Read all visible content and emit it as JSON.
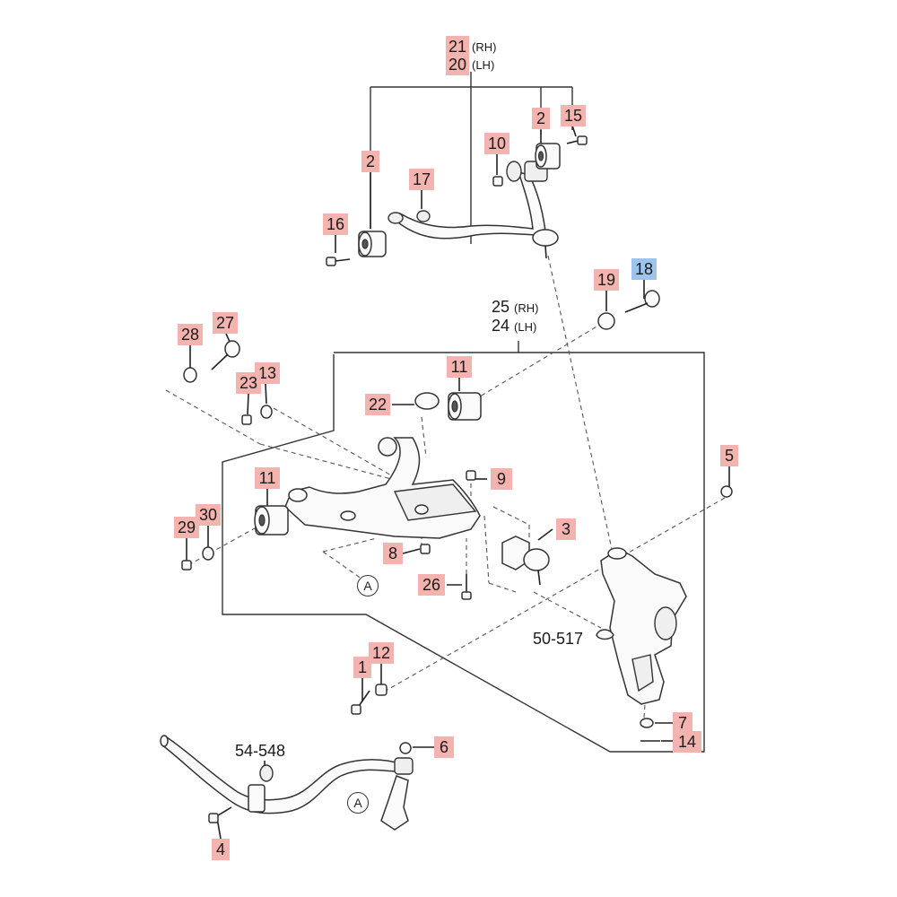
{
  "colors": {
    "highlight_red": "#f3b4b0",
    "highlight_blue": "#9cc4ec"
  },
  "callouts": [
    {
      "id": "c21",
      "text": "21",
      "suffix": "(RH)",
      "color": "red"
    },
    {
      "id": "c20",
      "text": "20",
      "suffix": "(LH)",
      "color": "red"
    },
    {
      "id": "c2a",
      "text": "2",
      "color": "red"
    },
    {
      "id": "c15",
      "text": "15",
      "color": "red"
    },
    {
      "id": "c10",
      "text": "10",
      "color": "red"
    },
    {
      "id": "c2b",
      "text": "2",
      "color": "red"
    },
    {
      "id": "c17",
      "text": "17",
      "color": "red"
    },
    {
      "id": "c16",
      "text": "16",
      "color": "red"
    },
    {
      "id": "c19",
      "text": "19",
      "color": "red"
    },
    {
      "id": "c18",
      "text": "18",
      "color": "blue"
    },
    {
      "id": "c25",
      "text": "25",
      "suffix": "(RH)",
      "color": "red"
    },
    {
      "id": "c24",
      "text": "24",
      "suffix": "(LH)",
      "color": "red"
    },
    {
      "id": "c28",
      "text": "28",
      "color": "red"
    },
    {
      "id": "c27",
      "text": "27",
      "color": "red"
    },
    {
      "id": "c13",
      "text": "13",
      "color": "red"
    },
    {
      "id": "c23",
      "text": "23",
      "color": "red"
    },
    {
      "id": "c11a",
      "text": "11",
      "color": "red"
    },
    {
      "id": "c22",
      "text": "22",
      "color": "red"
    },
    {
      "id": "c11b",
      "text": "11",
      "color": "red"
    },
    {
      "id": "c9",
      "text": "9",
      "color": "red"
    },
    {
      "id": "c5",
      "text": "5",
      "color": "red"
    },
    {
      "id": "c29",
      "text": "29",
      "color": "red"
    },
    {
      "id": "c30",
      "text": "30",
      "color": "red"
    },
    {
      "id": "c3",
      "text": "3",
      "color": "red"
    },
    {
      "id": "c8",
      "text": "8",
      "color": "red"
    },
    {
      "id": "c26",
      "text": "26",
      "color": "red"
    },
    {
      "id": "c1",
      "text": "1",
      "color": "red"
    },
    {
      "id": "c12",
      "text": "12",
      "color": "red"
    },
    {
      "id": "c7",
      "text": "7",
      "color": "red"
    },
    {
      "id": "c14",
      "text": "14",
      "color": "red"
    },
    {
      "id": "c6",
      "text": "6",
      "color": "red"
    },
    {
      "id": "c4",
      "text": "4",
      "color": "red"
    }
  ],
  "references": {
    "knuckle_ref": "50-517",
    "stabilizer_ref": "54-548"
  },
  "detail_marks": {
    "mark_a": "A"
  }
}
